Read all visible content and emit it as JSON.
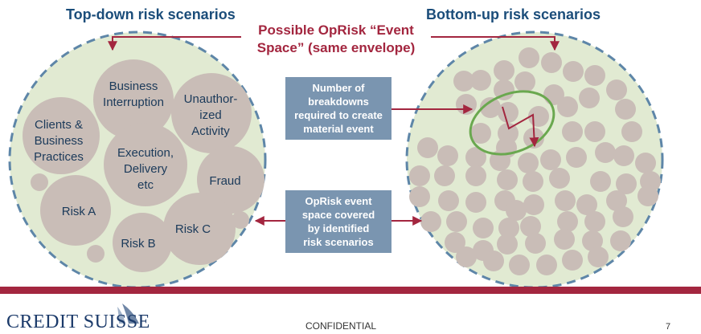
{
  "title_left": "Top-down risk scenarios",
  "title_right": "Bottom-up risk scenarios",
  "center_title": [
    "Possible OpRisk “Event",
    "Space” (same envelope)"
  ],
  "top_down_bubbles": [
    {
      "lines": [
        "Business",
        "Interruption"
      ]
    },
    {
      "lines": [
        "Unauthor-",
        "ized",
        "Activity"
      ]
    },
    {
      "lines": [
        "Clients &",
        "Business",
        "Practices"
      ]
    },
    {
      "lines": [
        "Execution,",
        "Delivery",
        "etc"
      ]
    },
    {
      "lines": [
        "Fraud"
      ]
    },
    {
      "lines": [
        "Risk A"
      ]
    },
    {
      "lines": [
        "Risk C"
      ]
    },
    {
      "lines": [
        "Risk B"
      ]
    }
  ],
  "info_box_1": [
    "Number of",
    "breakdowns",
    "required to create",
    "material event"
  ],
  "info_box_2": [
    "OpRisk event",
    "space covered",
    "by identified",
    "risk scenarios"
  ],
  "footer": {
    "logo": "CREDIT SUISSE",
    "confidential": "CONFIDENTIAL",
    "page": "7"
  },
  "colors": {
    "accent": "#a3263f",
    "title_blue": "#1b4d7a",
    "bubble": "#c9bdb7",
    "envelope_fill": "#e1ead2",
    "envelope_stroke": "#5e86a8",
    "info_box": "#7a95b0",
    "highlight_oval": "#6aa84f"
  }
}
